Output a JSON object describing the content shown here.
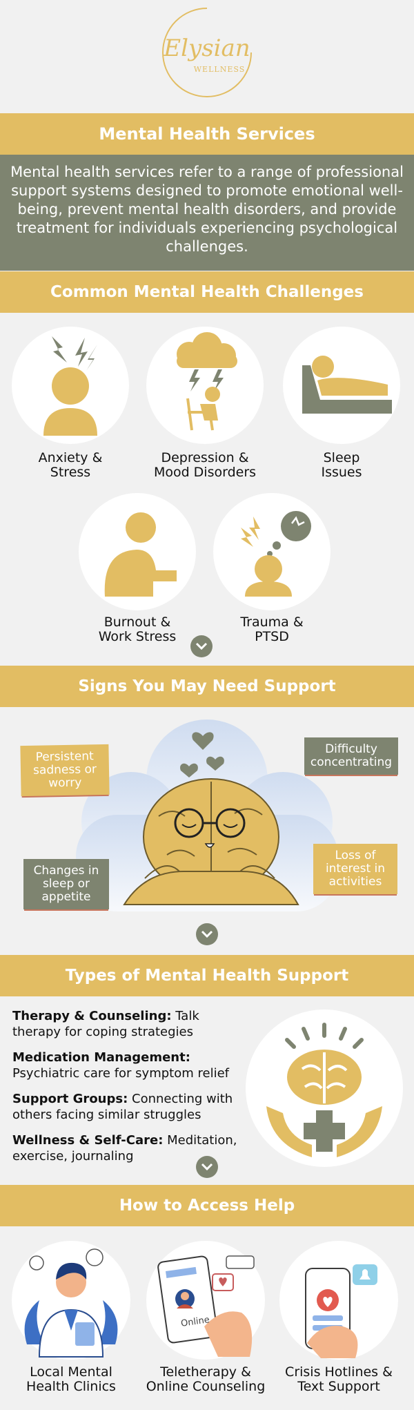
{
  "logo": {
    "script": "Elysian",
    "sub": "WELLNESS"
  },
  "services": {
    "title": "Mental Health Services",
    "description": "Mental health services refer to a range of professional support systems designed to promote emotional well-being, prevent mental health disorders, and provide treatment for individuals experiencing psychological challenges."
  },
  "challenges": {
    "title": "Common Mental Health Challenges",
    "items": [
      {
        "line1": "Anxiety &",
        "line2": "Stress"
      },
      {
        "line1": "Depression &",
        "line2": "Mood Disorders"
      },
      {
        "line1": "Sleep",
        "line2": "Issues"
      },
      {
        "line1": "Burnout &",
        "line2": "Work Stress"
      },
      {
        "line1": "Trauma &",
        "line2": "PTSD"
      }
    ]
  },
  "signs": {
    "title": "Signs You May Need Support",
    "items": [
      "Persistent sadness or worry",
      "Difficulty concentrating",
      "Changes in sleep or appetite",
      "Loss of interest in activities"
    ]
  },
  "support": {
    "title": "Types of Mental Health Support",
    "items": [
      {
        "head": "Therapy & Counseling:",
        "text": " Talk therapy for coping strategies"
      },
      {
        "head": "Medication Management:",
        "text": " Psychiatric care for symptom relief"
      },
      {
        "head": "Support Groups:",
        "text": " Connecting with others facing similar struggles"
      },
      {
        "head": "Wellness & Self-Care:",
        "text": " Meditation, exercise, journaling"
      }
    ]
  },
  "access": {
    "title": "How to Access Help",
    "online_word": "Online",
    "items": [
      {
        "line1": "Local Mental",
        "line2": "Health Clinics"
      },
      {
        "line1": "Teletherapy &",
        "line2": "Online Counseling"
      },
      {
        "line1": "Crisis Hotlines &",
        "line2": "Text Support"
      }
    ]
  },
  "colors": {
    "gold": "#e2bd63",
    "olive": "#7e8470",
    "background": "#f1f1f1"
  }
}
